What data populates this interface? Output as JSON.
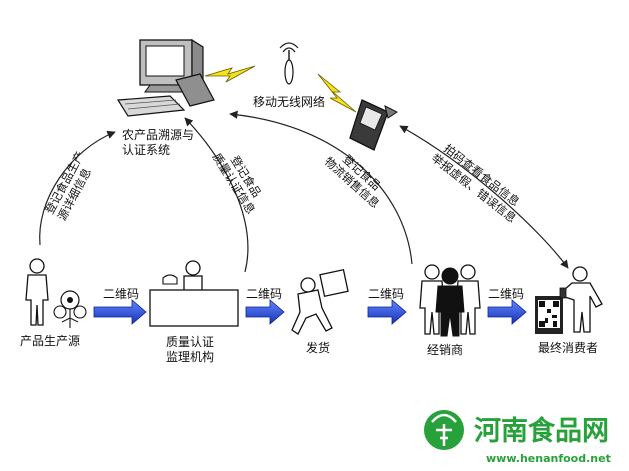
{
  "nodes": {
    "system": "农产品溯源与",
    "system_line2": "认证系统",
    "network": "移动无线网络",
    "producer": "产品生产源",
    "quality_line1": "质量认证",
    "quality_line2": "监理机构",
    "shipping": "发货",
    "dealer": "经销商",
    "consumer": "最终消费者"
  },
  "flows": {
    "qr1": "二维码",
    "qr2": "二维码",
    "qr3": "二维码",
    "qr4": "二维码"
  },
  "uploads": {
    "producer_l1": "登记食品生产",
    "producer_l2": "源详细信息",
    "quality_l1": "登记食品",
    "quality_l2": "质量认证信息",
    "dealer_l1": "登记食品",
    "dealer_l2": "物流销售信息",
    "consumer_l1": "拍码查看食品信息",
    "consumer_l2": "举报虚假、错误信息"
  },
  "brand": {
    "name": "河南食品网",
    "url": "www.henanfood.net",
    "color": "#27a13a"
  },
  "colors": {
    "arrow_blue": "#1f3ec8",
    "lightning": "#f4e21b"
  }
}
